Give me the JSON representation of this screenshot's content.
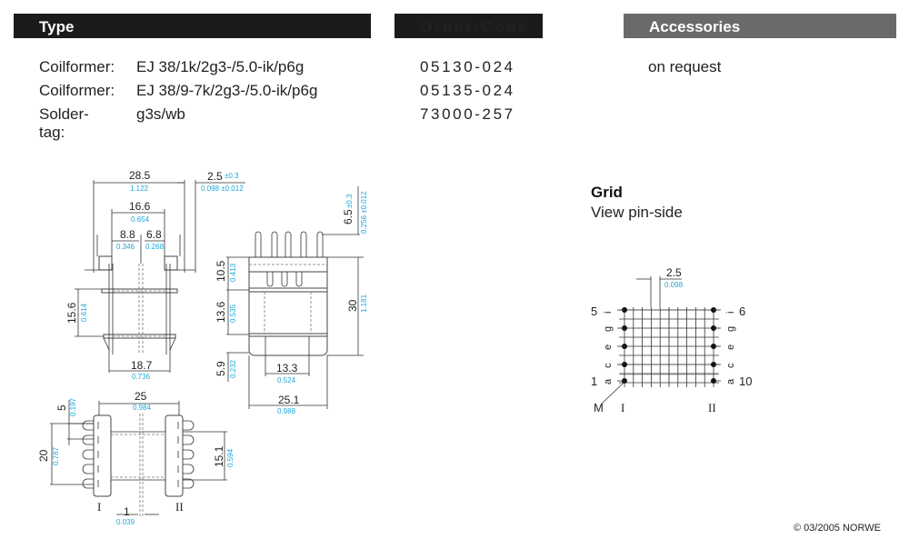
{
  "headers": {
    "type": "Type",
    "order_code": "Order-Code",
    "accessories": "Accessories"
  },
  "items": [
    {
      "label": "Coilformer:",
      "type": "EJ 38/1k/2g3-/5.0-ik/p6g",
      "order_code": "05130-024"
    },
    {
      "label": "Coilformer:",
      "type": "EJ 38/9-7k/2g3-/5.0-ik/p6g",
      "order_code": "05135-024"
    },
    {
      "label": "Solder-tag:",
      "type": "g3s/wb",
      "order_code": "73000-257"
    }
  ],
  "accessories": "on request",
  "grid": {
    "title": "Grid",
    "subtitle": "View pin-side",
    "pitch_mm": "2.5",
    "pitch_in": "0.098",
    "left_numbers": [
      "5",
      "1"
    ],
    "right_numbers": [
      "6",
      "10"
    ],
    "row_letters": [
      "i",
      "g",
      "e",
      "c",
      "a"
    ],
    "marker": "M",
    "side_labels": [
      "I",
      "II"
    ]
  },
  "drawing_front": {
    "width_mm": "28.5",
    "width_in": "1.122",
    "inner_mm": "16.6",
    "inner_in": "0.654",
    "left_mm": "8.8",
    "left_in": "0.346",
    "right_mm": "6.8",
    "right_in": "0.268",
    "offset_mm": "2.5",
    "offset_tol": "±0.3",
    "offset_in": "0.098 ±0.012",
    "height_mm": "15.6",
    "height_in": "0.614",
    "base_mm": "18.7",
    "base_in": "0.736"
  },
  "drawing_side": {
    "pin_mm": "6.5",
    "pin_tol": "±0.3",
    "pin_in": "0.256 ±0.012",
    "top_mm": "10.5",
    "top_in": "0.413",
    "mid_mm": "13.6",
    "mid_in": "0.535",
    "total_mm": "30",
    "total_in": "1.181",
    "bottom_mm": "5.9",
    "bottom_in": "0.232",
    "inner_w_mm": "13.3",
    "inner_w_in": "0.524",
    "width_mm": "25.1",
    "width_in": "0.988"
  },
  "drawing_bottom": {
    "width_mm": "25",
    "width_in": "0.984",
    "pitch_mm": "5",
    "pitch_in": "0.197",
    "span_mm": "20",
    "span_in": "0.787",
    "height_mm": "15.1",
    "height_in": "0.594",
    "gap_mm": "1",
    "gap_in": "0.039",
    "side_labels": [
      "I",
      "II"
    ]
  },
  "copyright": "© 03/2005 NORWE"
}
